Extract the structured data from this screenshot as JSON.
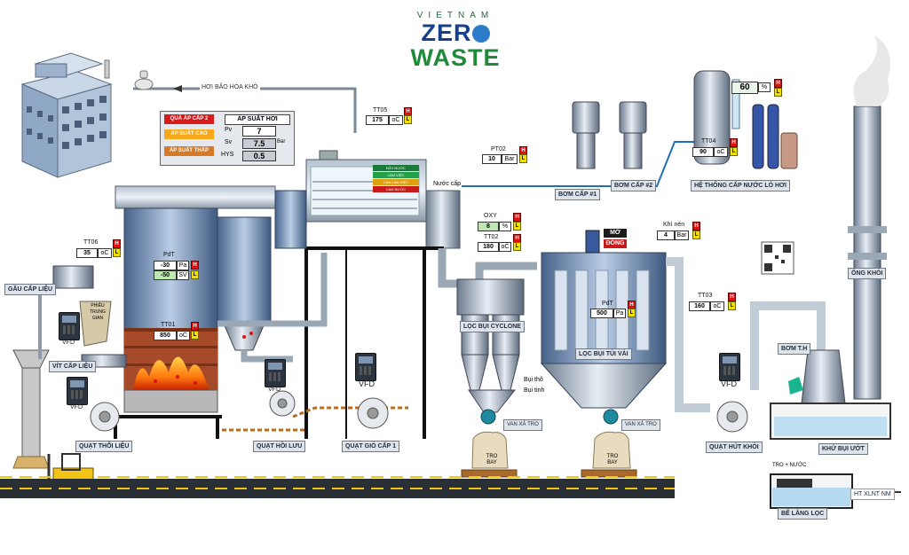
{
  "logo": {
    "top": "VIETNAM",
    "main_left": "ZER",
    "main_right": "WASTE"
  },
  "labels": {
    "hoi_bao_hoa": "HƠI BÃO HÒA KHÔ",
    "gau_cap_lieu": "GẦU CẤP LIỆU",
    "vit_cap_lieu": "VÍT CẤP LIỆU",
    "phieu_trung_gian": "PHIỄU TRUNG GIAN",
    "quat_thoi_lieu": "QUẠT THỔI LIỆU",
    "quat_hoi_luu": "QUẠT HỒI LƯU",
    "quat_gio_cap": "QUẠT GIÓ CẤP 1",
    "loc_bui_cyclone": "LỌC BỤI CYCLONE",
    "loc_bui_tui_vai": "LỌC BỤI TÚI VẢI",
    "bom_cap_1": "BƠM CẤP #1",
    "bom_cap_2": "BƠM CẤP #2",
    "he_thong_cap_nuoc": "HỆ THỐNG CẤP NƯỚC LÒ HƠI",
    "ong_khoi": "ỐNG KHÓI",
    "bom_th": "BƠM T.H",
    "quat_hut_khoi": "QUẠT HÚT KHÓI",
    "khu_bui_uot": "KHỬ BỤI ƯỚT",
    "be_lang_loc": "BỂ LẮNG LỌC",
    "nuoc_cap": "Nước cấp",
    "bui_tho": "Bụi thô",
    "bui_tinh": "Bụi tinh",
    "van_xa_tro_1": "VAN XẢ TRO",
    "van_xa_tro_2": "VAN XẢ TRO",
    "tro_bay_1": "TRO BAY",
    "tro_bay_2": "TRO BAY",
    "tro_nuoc": "TRO + NƯỚC",
    "ht_xlnt": "HT XLNT NM",
    "mo": "MỞ",
    "dong": "ĐÓNG",
    "vfd": "VFD"
  },
  "pressure_panel": {
    "qua_ap_2": "QUÁ ÁP CẤP 2",
    "ap_suat_cao": "ÁP SUẤT CAO",
    "ap_suat_thap": "ÁP SUẤT THẤP",
    "title": "ÁP SUẤT HƠI",
    "pv_label": "Pv",
    "pv_value": "7",
    "sv_label": "Sv",
    "sv_value": "7.5",
    "hys_label": "HYS",
    "hys_value": "0.5",
    "unit": "Bar"
  },
  "drum_levels": [
    "ĐẦY NƯỚC",
    "LÀM VIỆC",
    "CẠN LÀM VIỆC",
    "CẠN NƯỚC"
  ],
  "tags": {
    "tt05": {
      "name": "TT05",
      "value": "175",
      "unit": "oC"
    },
    "pt02": {
      "name": "PT02",
      "value": "10",
      "unit": "Bar"
    },
    "tt04": {
      "name": "TT04",
      "value": "90",
      "unit": "oC"
    },
    "tt06": {
      "name": "TT06",
      "value": "35",
      "unit": "oC"
    },
    "pdt_furnace": {
      "name": "PdT",
      "value": "-30",
      "unit": "Pa",
      "sv": "-50",
      "sv_unit": "SV"
    },
    "tt01": {
      "name": "TT01",
      "value": "850",
      "unit": "oC"
    },
    "oxy": {
      "name": "OXY",
      "value": "8",
      "unit": "%"
    },
    "tt02": {
      "name": "TT02",
      "value": "180",
      "unit": "oC"
    },
    "khi_nen": {
      "name": "Khí nén",
      "value": "4",
      "unit": "Bar"
    },
    "pdt_bag": {
      "name": "PdT",
      "value": "500",
      "unit": "Pa"
    },
    "tt03": {
      "name": "TT03",
      "value": "160",
      "unit": "oC"
    },
    "tank_level": {
      "value": "60",
      "unit": "%"
    }
  },
  "alarm": {
    "h": "H",
    "l": "L"
  },
  "colors": {
    "accent": "#1f8a3a",
    "alarm_high": "#e01010",
    "alarm_low": "#f4e000",
    "pipe": "#7a8896"
  }
}
